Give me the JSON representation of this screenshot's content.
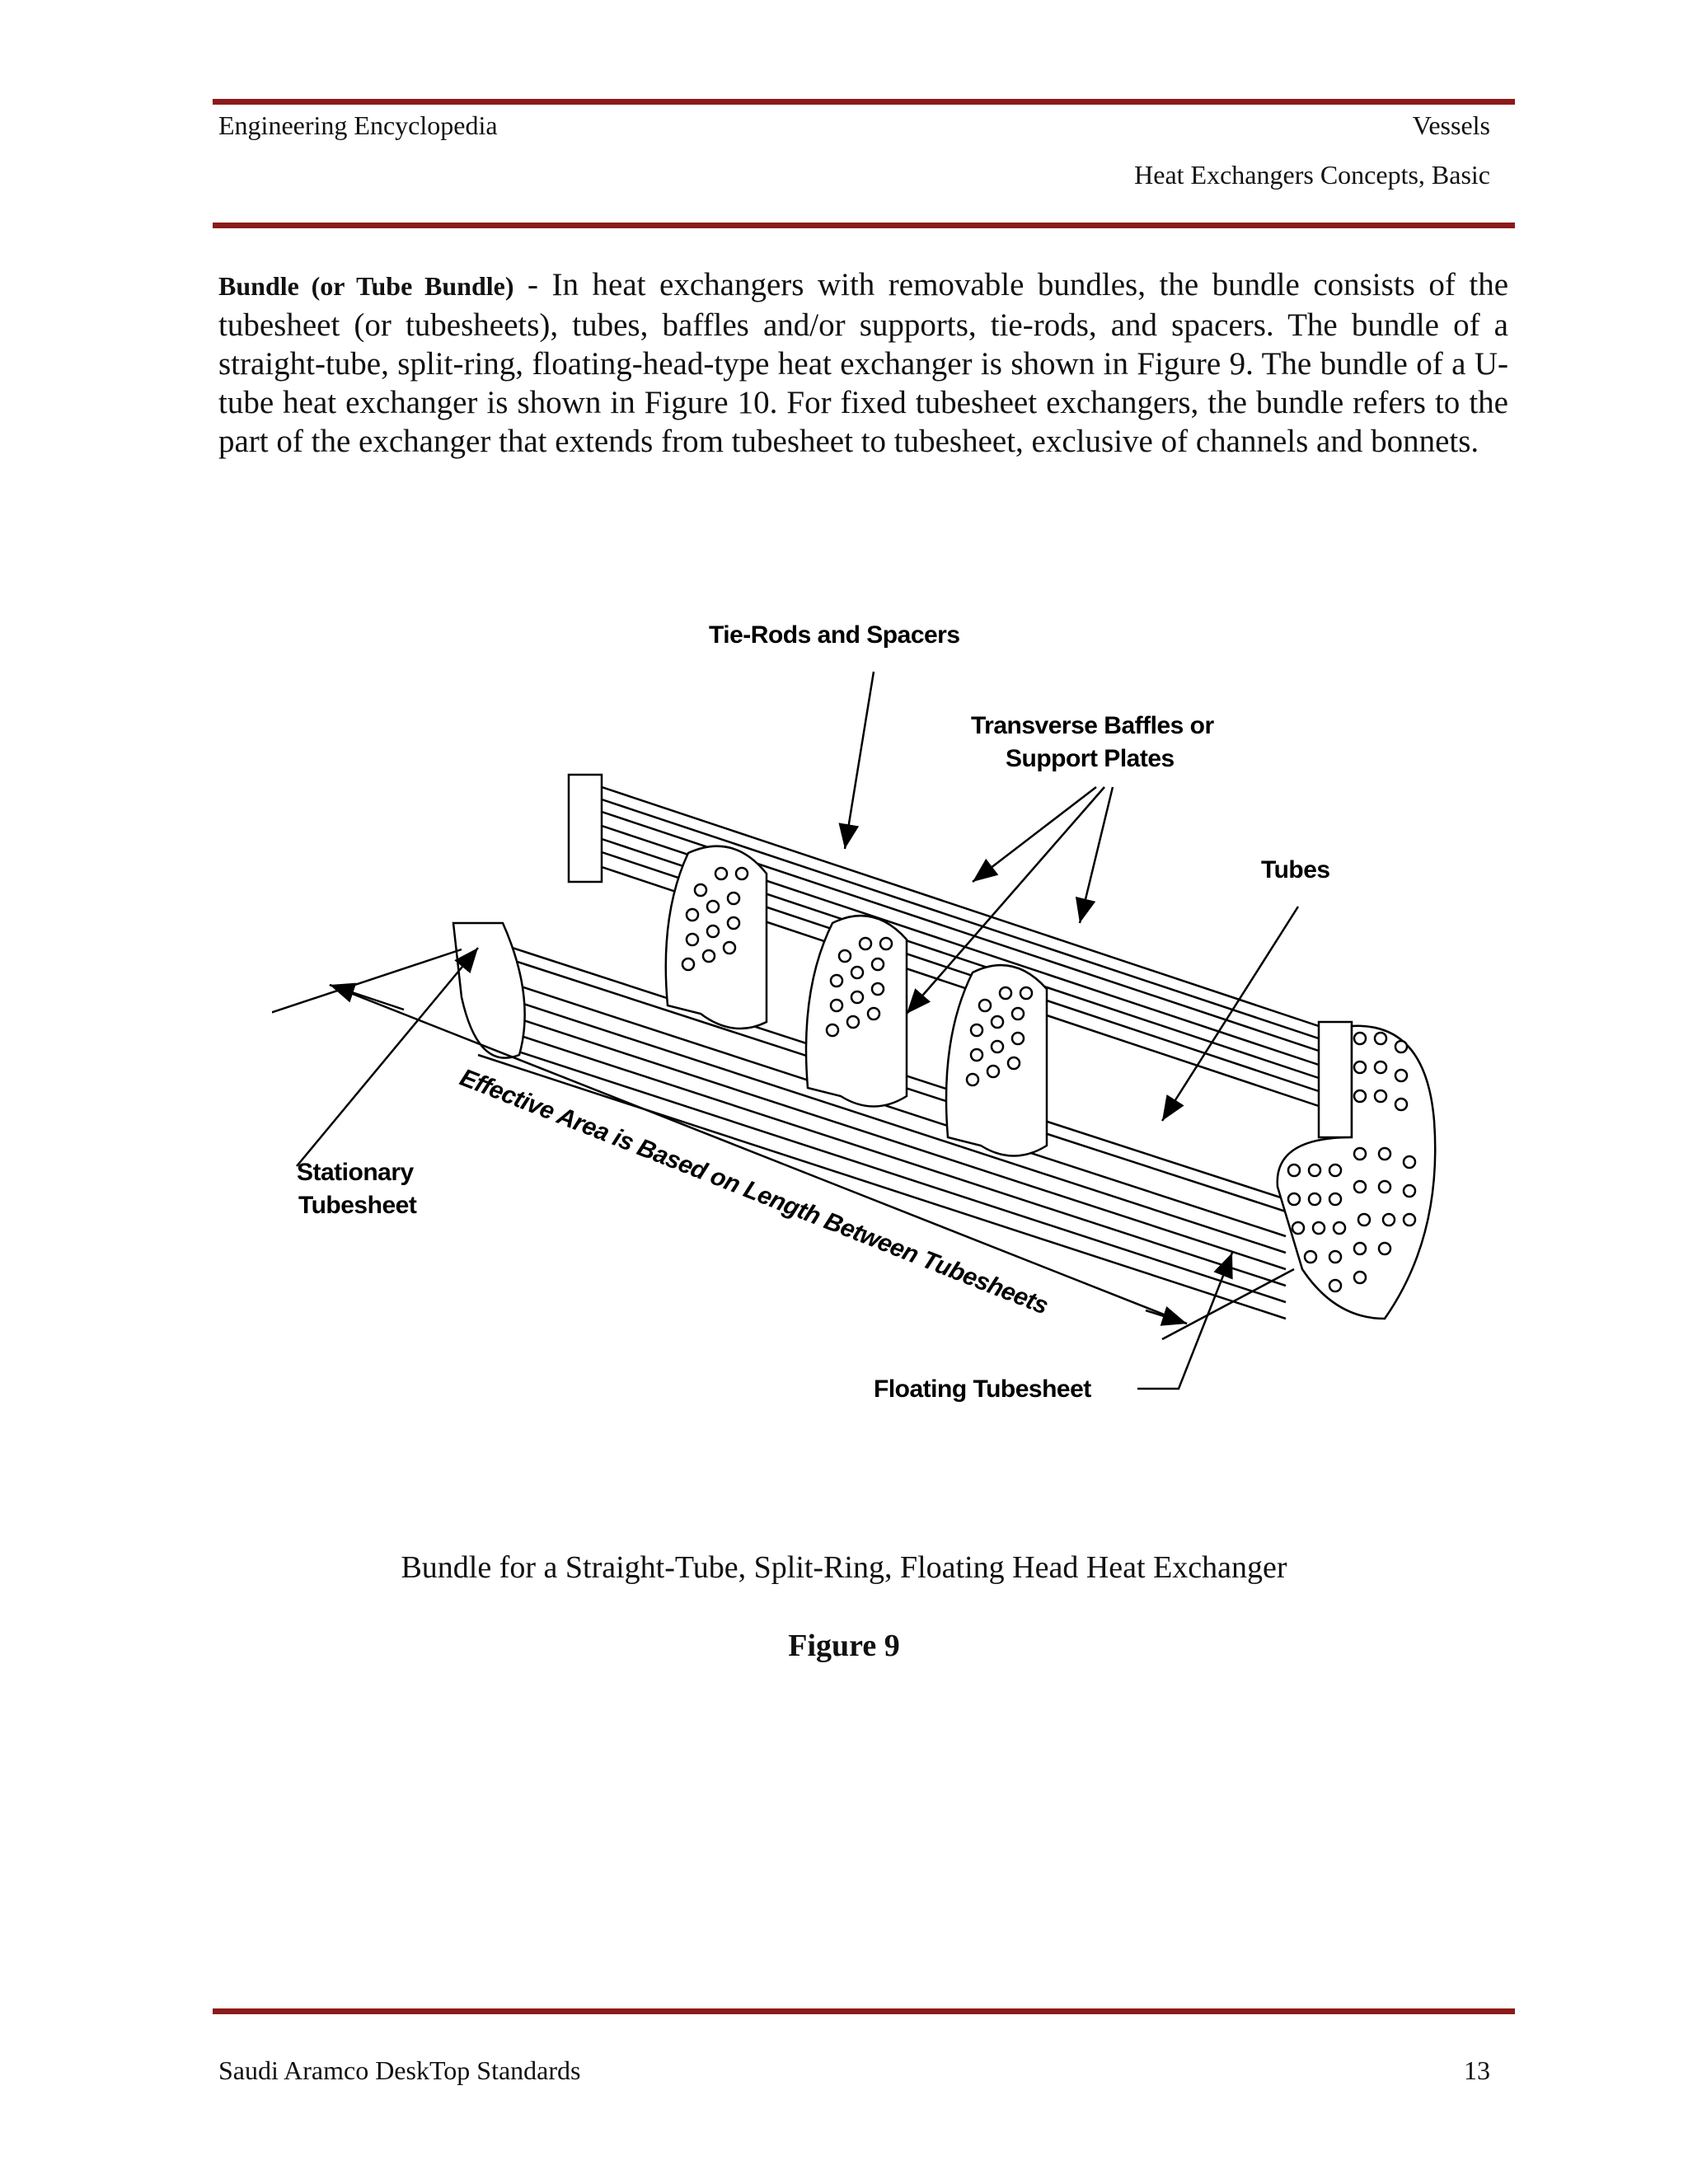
{
  "header": {
    "left": "Engineering Encyclopedia",
    "right": "Vessels",
    "subtitle": "Heat Exchangers Concepts, Basic"
  },
  "body": {
    "term": "Bundle (or Tube Bundle)",
    "text": " - In heat exchangers with removable bundles, the bundle consists of the tubesheet (or tubesheets), tubes, baffles and/or supports, tie-rods, and spacers.  The bundle of a straight-tube, split-ring, floating-head-type heat exchanger is shown in Figure 9.  The bundle of a U-tube heat exchanger is shown in Figure 10.  For fixed tubesheet exchangers, the bundle refers to the part of the exchanger that extends from tubesheet to tubesheet, exclusive of channels and bonnets."
  },
  "figure": {
    "labels": {
      "tie_rods": "Tie-Rods and Spacers",
      "baffles_line1": "Transverse Baffles or",
      "baffles_line2": "Support Plates",
      "tubes": "Tubes",
      "stationary_line1": "Stationary",
      "stationary_line2": "Tubesheet",
      "effective_area": "Effective Area is Based on Length Between Tubesheets",
      "floating": "Floating Tubesheet"
    },
    "caption": "Bundle for a Straight-Tube, Split-Ring, Floating Head Heat Exchanger",
    "number": "Figure 9"
  },
  "footer": {
    "left": "Saudi Aramco DeskTop Standards",
    "page": "13"
  }
}
